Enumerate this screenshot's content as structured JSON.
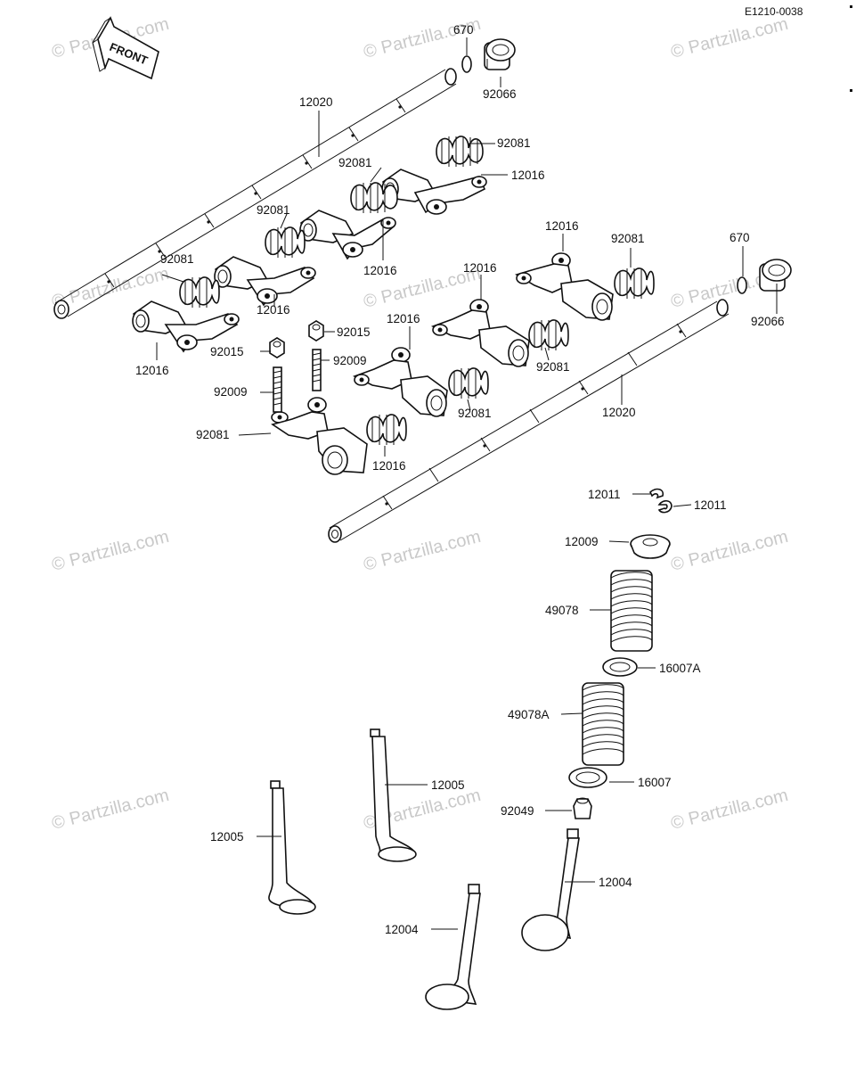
{
  "diagram_code": "E1210-0038",
  "front_label": "FRONT",
  "watermark": "© Partzilla.com",
  "labels": [
    {
      "id": "l01",
      "text": "670"
    },
    {
      "id": "l02",
      "text": "92066"
    },
    {
      "id": "l03",
      "text": "12020"
    },
    {
      "id": "l04",
      "text": "92081"
    },
    {
      "id": "l05",
      "text": "92081"
    },
    {
      "id": "l06",
      "text": "12016"
    },
    {
      "id": "l07",
      "text": "92081"
    },
    {
      "id": "l08",
      "text": "12016"
    },
    {
      "id": "l09",
      "text": "92081"
    },
    {
      "id": "l10",
      "text": "12016"
    },
    {
      "id": "l11",
      "text": "12016"
    },
    {
      "id": "l12",
      "text": "92081"
    },
    {
      "id": "l13",
      "text": "670"
    },
    {
      "id": "l14",
      "text": "92066"
    },
    {
      "id": "l15",
      "text": "12016"
    },
    {
      "id": "l16",
      "text": "12016"
    },
    {
      "id": "l17",
      "text": "92015"
    },
    {
      "id": "l18",
      "text": "92015"
    },
    {
      "id": "l19",
      "text": "92009"
    },
    {
      "id": "l20",
      "text": "92009"
    },
    {
      "id": "l21",
      "text": "12016"
    },
    {
      "id": "l22",
      "text": "92081"
    },
    {
      "id": "l23",
      "text": "92081"
    },
    {
      "id": "l24",
      "text": "12020"
    },
    {
      "id": "l25",
      "text": "12016"
    },
    {
      "id": "l26",
      "text": "92081"
    },
    {
      "id": "l27",
      "text": "12011"
    },
    {
      "id": "l28",
      "text": "12011"
    },
    {
      "id": "l29",
      "text": "12009"
    },
    {
      "id": "l30",
      "text": "49078"
    },
    {
      "id": "l31",
      "text": "16007A"
    },
    {
      "id": "l32",
      "text": "49078A"
    },
    {
      "id": "l33",
      "text": "12005"
    },
    {
      "id": "l34",
      "text": "16007"
    },
    {
      "id": "l35",
      "text": "92049"
    },
    {
      "id": "l36",
      "text": "12005"
    },
    {
      "id": "l37",
      "text": "12004"
    },
    {
      "id": "l38",
      "text": "12004"
    }
  ]
}
